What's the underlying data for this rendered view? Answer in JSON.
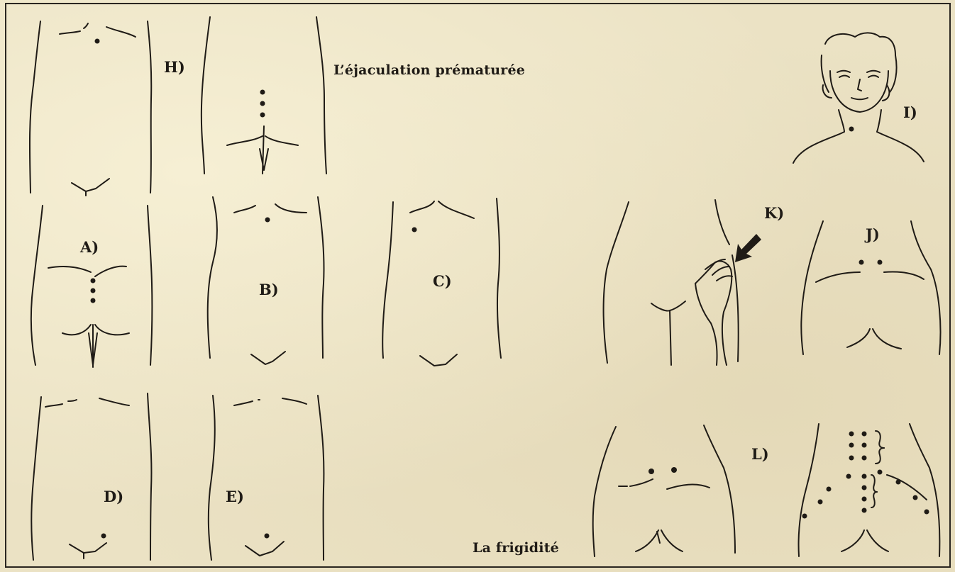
{
  "headings": {
    "ejaculation": "L’éjaculation  prématurée",
    "frigidity": "La  frigidité"
  },
  "figure_labels": {
    "H": "H)",
    "I": "I)",
    "K": "K)",
    "J": "J)",
    "A": "A)",
    "B": "B)",
    "C": "C)",
    "D": "D)",
    "E": "E)",
    "L": "L)"
  },
  "colors": {
    "paper": "#ebe2c4",
    "ink": "#1f1b16"
  }
}
